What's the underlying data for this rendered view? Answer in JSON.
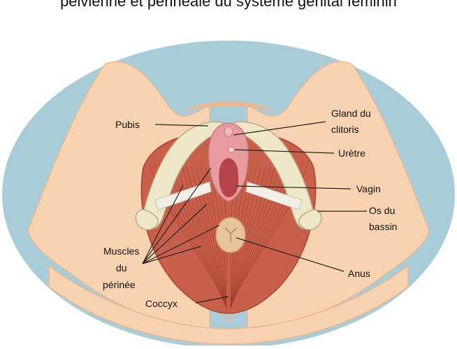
{
  "caption": "pelvienne et périnéale du système génital féminin",
  "labels": {
    "pubis": "Pubis",
    "gland_line1": "Gland du",
    "gland_line2": "clitoris",
    "uretre": "Urètre",
    "vagin": "Vagin",
    "os_line1": "Os du",
    "os_line2": "bassin",
    "anus": "Anus",
    "muscles_line1": "Muscles",
    "muscles_line2": "du",
    "muscles_line3": "périnée",
    "coccyx": "Coccyx"
  },
  "colors": {
    "background_oval": "#a9cdd8",
    "skin": "#f7d3b2",
    "skin_shadow": "#e9b892",
    "bone": "#efe8c8",
    "bone_outline": "#b9ad86",
    "muscle": "#c85f4a",
    "muscle_dark": "#a8452f",
    "muscle_fiber": "#9c3e2b",
    "mucosa": "#e89ba0",
    "vagina_inner": "#b7434a",
    "anus": "#e8c49d",
    "leader_line": "#222222"
  }
}
